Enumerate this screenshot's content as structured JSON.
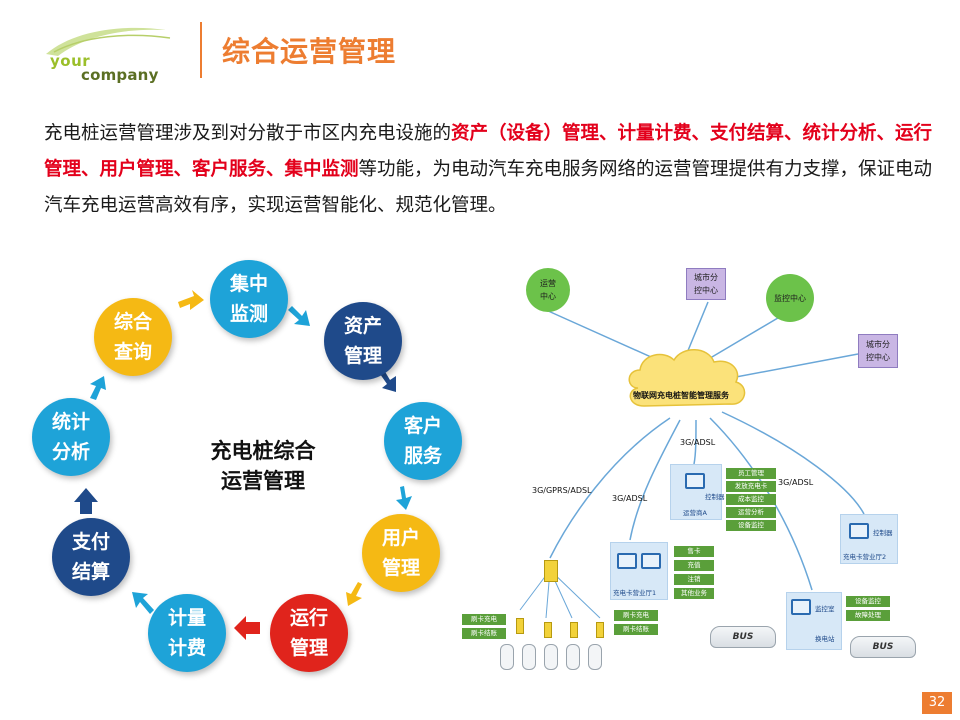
{
  "logo": {
    "line1": "your",
    "line2": "company"
  },
  "title": "综合运营管理",
  "intro": {
    "seg1": "充电桩运营管理涉及到对分散于市区内充电设施的",
    "seg2": "资产（设备）管理、计量计费、支付结算、统计分析、运行管理、用户管理、客户服务、集中监测",
    "seg3": "等功能，为电动汽车充电服务网络的运营管理提供有力支撑，保证电动汽车充电运营高效有序，实现运营智能化、规范化管理。"
  },
  "cycle": {
    "center": [
      "充电桩综合",
      "运营管理"
    ],
    "nodes": [
      {
        "id": "monitor",
        "lines": [
          "集中",
          "监测"
        ],
        "color": "#1ea3d8"
      },
      {
        "id": "asset",
        "lines": [
          "资产",
          "管理"
        ],
        "color": "#1f4a8a"
      },
      {
        "id": "service",
        "lines": [
          "客户",
          "服务"
        ],
        "color": "#1ea3d8"
      },
      {
        "id": "user",
        "lines": [
          "用户",
          "管理"
        ],
        "color": "#f5b914"
      },
      {
        "id": "operation",
        "lines": [
          "运行",
          "管理"
        ],
        "color": "#e0241c"
      },
      {
        "id": "billing",
        "lines": [
          "计量",
          "计费"
        ],
        "color": "#1ea3d8"
      },
      {
        "id": "payment",
        "lines": [
          "支付",
          "结算"
        ],
        "color": "#1f4a8a"
      },
      {
        "id": "stats",
        "lines": [
          "统计",
          "分析"
        ],
        "color": "#1ea3d8"
      },
      {
        "id": "query",
        "lines": [
          "综合",
          "查询"
        ],
        "color": "#f5b914"
      }
    ]
  },
  "network": {
    "ops_center": [
      "运营",
      "中心"
    ],
    "city_center_top": [
      "城市分",
      "控中心"
    ],
    "monitor_center": "监控中心",
    "city_center_right": [
      "城市分",
      "控中心"
    ],
    "cloud": "物联网充电桩智能管理服务",
    "link_left": "3G/GPRS/ADSL",
    "link_mid": "3G/ADSL",
    "link_center": "3G/ADSL",
    "link_right": "3G/ADSL",
    "hall_a": {
      "label": "运营商A",
      "tag": "控制器",
      "items": [
        "员工管理",
        "发放充电卡",
        "成本监控",
        "运营分析",
        "设备监控"
      ]
    },
    "hall_1": {
      "label": "充电卡营业厅1",
      "items": [
        "售卡",
        "充值",
        "注销",
        "其他业务"
      ]
    },
    "hall_2": {
      "label": "充电卡营业厅2",
      "tag": "控制器"
    },
    "swap": {
      "monitor": "监控室",
      "station": "换电站",
      "items": [
        "设备监控",
        "故障处理"
      ]
    },
    "card_left": [
      "刷卡充电",
      "刷卡结账"
    ],
    "card_mid": [
      "刷卡充电",
      "刷卡结账"
    ],
    "bus_label": "BUS"
  },
  "page_number": "32"
}
